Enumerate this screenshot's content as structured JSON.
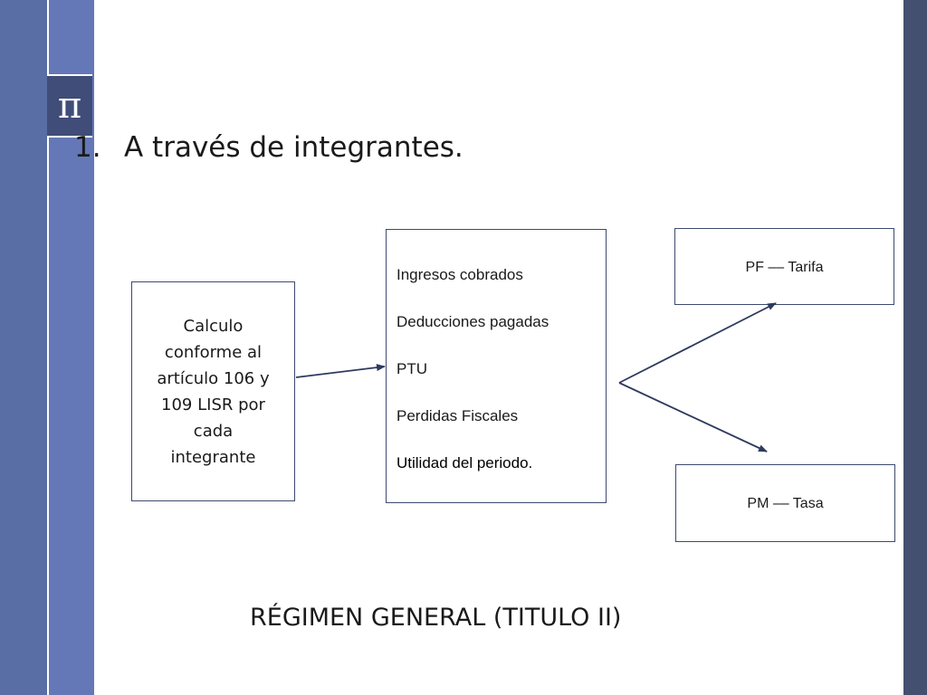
{
  "slide": {
    "pi_symbol": "π",
    "title_number": "1.",
    "title_text": "A través de integrantes."
  },
  "diagram": {
    "calc_box": {
      "lines": [
        "Calculo",
        "conforme al",
        "artículo 106 y",
        "109 LISR por",
        "cada",
        "integrante"
      ]
    },
    "list_box": {
      "items": [
        "Ingresos cobrados",
        "Deducciones pagadas",
        "PTU",
        "Perdidas Fiscales",
        "Utilidad del periodo."
      ]
    },
    "pf_box": {
      "label": "PF –– Tarifa"
    },
    "pm_box": {
      "label": "PM –– Tasa"
    }
  },
  "footer": {
    "text": "RÉGIMEN GENERAL (TITULO II)"
  },
  "colors": {
    "band_outer": "#5a6ea6",
    "band_inner": "#6478b8",
    "band_right": "#44506f",
    "pi_box": "#3f4d78",
    "box_border": "#3d4a6e",
    "arrow": "#2e3a5e"
  }
}
